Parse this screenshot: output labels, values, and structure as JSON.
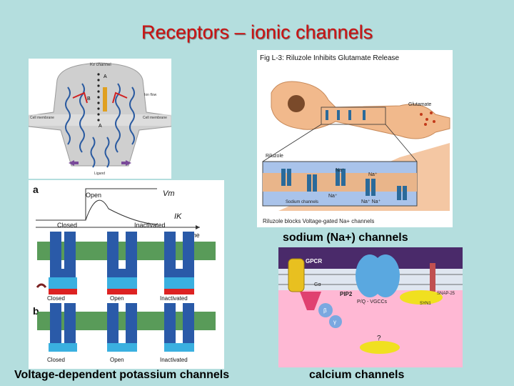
{
  "slide": {
    "title": "Receptors – ionic channels",
    "colors": {
      "background": "#b4dede",
      "title": "#cc1111"
    }
  },
  "images": {
    "receptor_diagram": {
      "top_label": "Kv channel",
      "label_a1": "A",
      "label_b": "B",
      "label_a2": "A",
      "left_label": "Cell membrane",
      "right_label": "Cell membrane",
      "side_label": "Ion flow",
      "bottom_label": "Ligand"
    },
    "riluzole_figure": {
      "title": "Fig L-3: Riluzole Inhibits Glutamate Release",
      "glutamate_label": "Glutamate",
      "riluzole_label": "Riluzole",
      "na_labels": [
        "Na⁺",
        "Na⁺",
        "Na⁺",
        "Na⁺ Na⁺"
      ],
      "sodium_channels_label": "Sodium channels",
      "footer": "Riluzole blocks Voltage-gated Na+ channels"
    },
    "potassium_figure": {
      "label_a": "a",
      "label_b": "b",
      "open_label": "Open",
      "closed_label": "Closed",
      "inactivated_label": "Inactivated",
      "vm_label": "Vm",
      "ik_label": "IK",
      "time_label": "Time",
      "state_labels": [
        "Closed",
        "Open",
        "Inactivated"
      ]
    },
    "calcium_figure": {
      "gpcr_label": "GPCR",
      "galpha_label": "Gα",
      "pip2_label": "PIP2",
      "beta_label": "β",
      "gamma_label": "γ",
      "vgcc_label": "P/Q - VGCCs",
      "snap_label": "SNAP-25",
      "syn_label": "SYN1",
      "q_label": "?"
    }
  },
  "captions": {
    "sodium": "sodium (Na+) channels",
    "potassium": "Voltage-dependent potassium channels",
    "calcium": "calcium channels"
  }
}
